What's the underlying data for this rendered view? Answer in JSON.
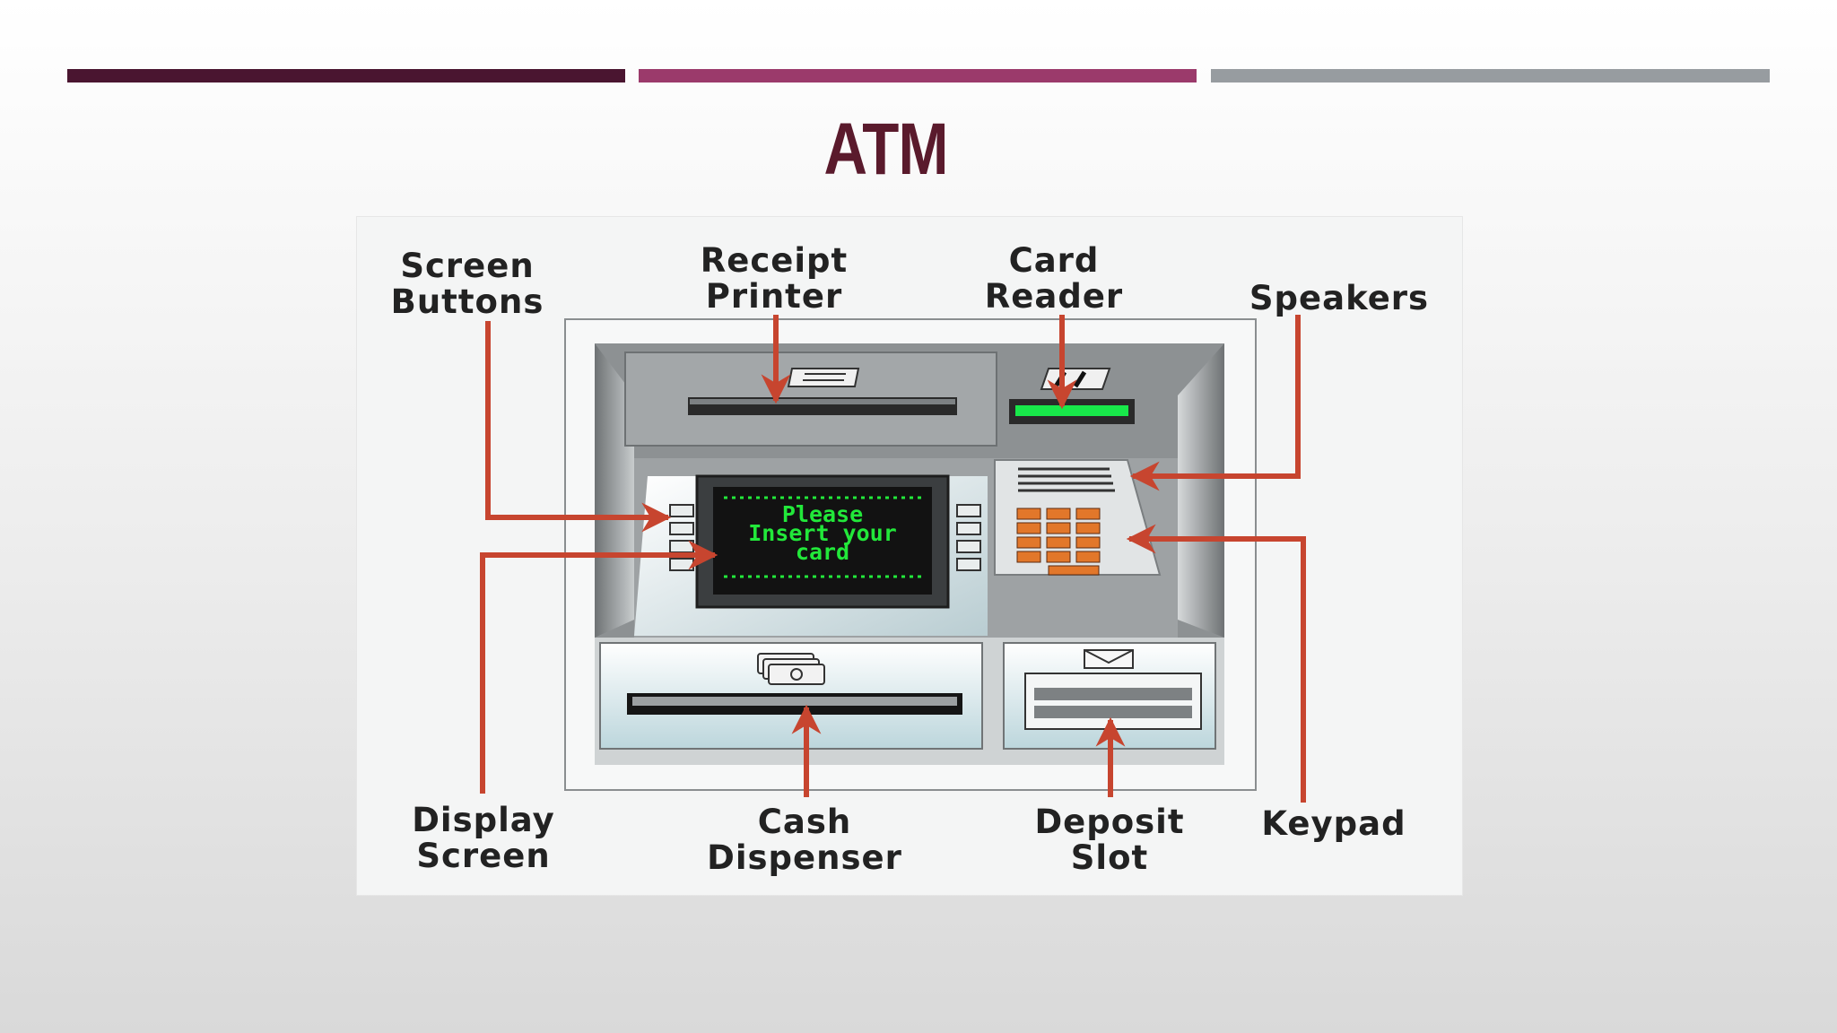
{
  "slide": {
    "title": "ATM",
    "title_color": "#5a1a2c",
    "accent_colors": [
      "#4a1530",
      "#9b3a6b",
      "#979ca0"
    ]
  },
  "diagram": {
    "arrow_color": "#c7452f",
    "screen_text_color": "#22e83a",
    "screen_message": [
      "Please",
      "Insert your",
      "card"
    ],
    "labels": {
      "screen_buttons": [
        "Screen",
        "Buttons"
      ],
      "receipt_printer": [
        "Receipt",
        "Printer"
      ],
      "card_reader": [
        "Card",
        "Reader"
      ],
      "speakers": [
        "Speakers"
      ],
      "display_screen": [
        "Display",
        "Screen"
      ],
      "cash_dispenser": [
        "Cash",
        "Dispenser"
      ],
      "deposit_slot": [
        "Deposit",
        "Slot"
      ],
      "keypad": [
        "Keypad"
      ]
    }
  }
}
